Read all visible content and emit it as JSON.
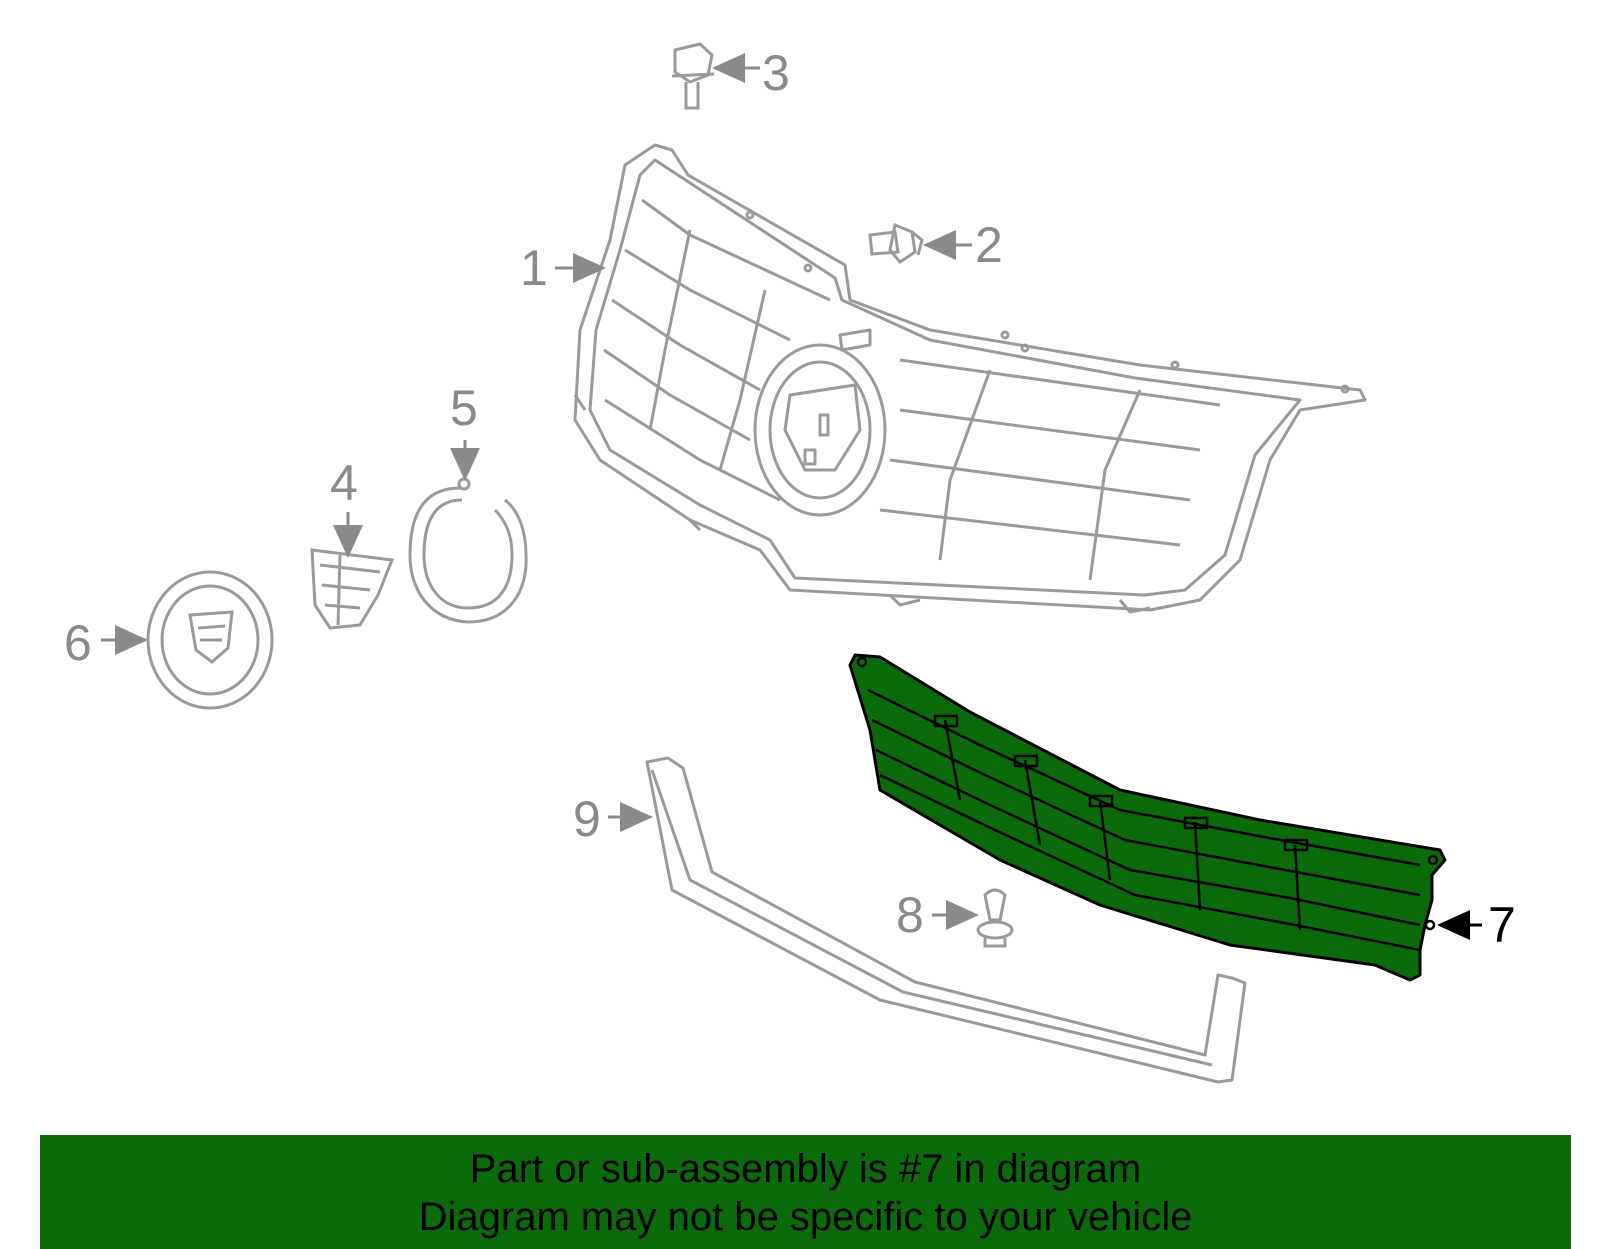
{
  "diagram": {
    "callouts": [
      {
        "id": "1",
        "label": "1"
      },
      {
        "id": "2",
        "label": "2"
      },
      {
        "id": "3",
        "label": "3"
      },
      {
        "id": "4",
        "label": "4"
      },
      {
        "id": "5",
        "label": "5"
      },
      {
        "id": "6",
        "label": "6"
      },
      {
        "id": "7",
        "label": "7"
      },
      {
        "id": "8",
        "label": "8"
      },
      {
        "id": "9",
        "label": "9"
      }
    ],
    "highlighted_part": "7",
    "colors": {
      "line": "#9a9a9a",
      "highlight_fill": "#0b6b0b",
      "highlight_outline": "#000000",
      "banner": "#0b6b0b"
    }
  },
  "banner": {
    "line1": "Part or sub-assembly is #7 in diagram",
    "line2": "Diagram may not be specific to your vehicle"
  }
}
